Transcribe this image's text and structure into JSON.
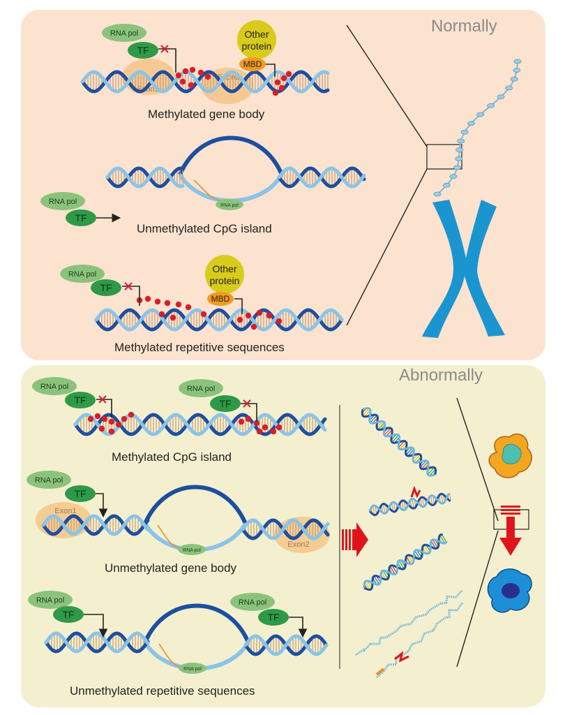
{
  "normal": {
    "title": "Normally",
    "captions": {
      "gene_body": "Methylated gene body",
      "cpg_island": "Unmethylated CpG island",
      "repetitive": "Methylated repetitive sequences"
    }
  },
  "abnormal": {
    "title": "Abnormally",
    "captions": {
      "cpg_island": "Methylated CpG island",
      "gene_body": "Unmethylated gene body",
      "repetitive": "Unmethylated repetitive sequences"
    }
  },
  "labels": {
    "rna_pol": "RNA pol",
    "tf": "TF",
    "mbd": "MBD",
    "other_protein_1": "Other",
    "other_protein_2": "protein",
    "exon1": "Exon1",
    "exon2": "Exon2"
  },
  "colors": {
    "normal_bg": "#fbe3cf",
    "abnormal_bg": "#f4f0cf",
    "dna_dark": "#1d4fa0",
    "dna_light": "#8ac4e8",
    "methyl": "#d81e2a",
    "tf_green": "#2e9a47",
    "rnapol_green": "#8cc37c",
    "other_protein": "#d8cb1c",
    "mbd_orange": "#f39a1e",
    "exon_ellipse": "#f5c07e",
    "chromosome": "#1b95cf",
    "arrow_red": "#e0141c"
  },
  "icons": [
    "dna-helix-icon",
    "chromosome-icon",
    "cell-icon",
    "red-arrow-icon"
  ]
}
